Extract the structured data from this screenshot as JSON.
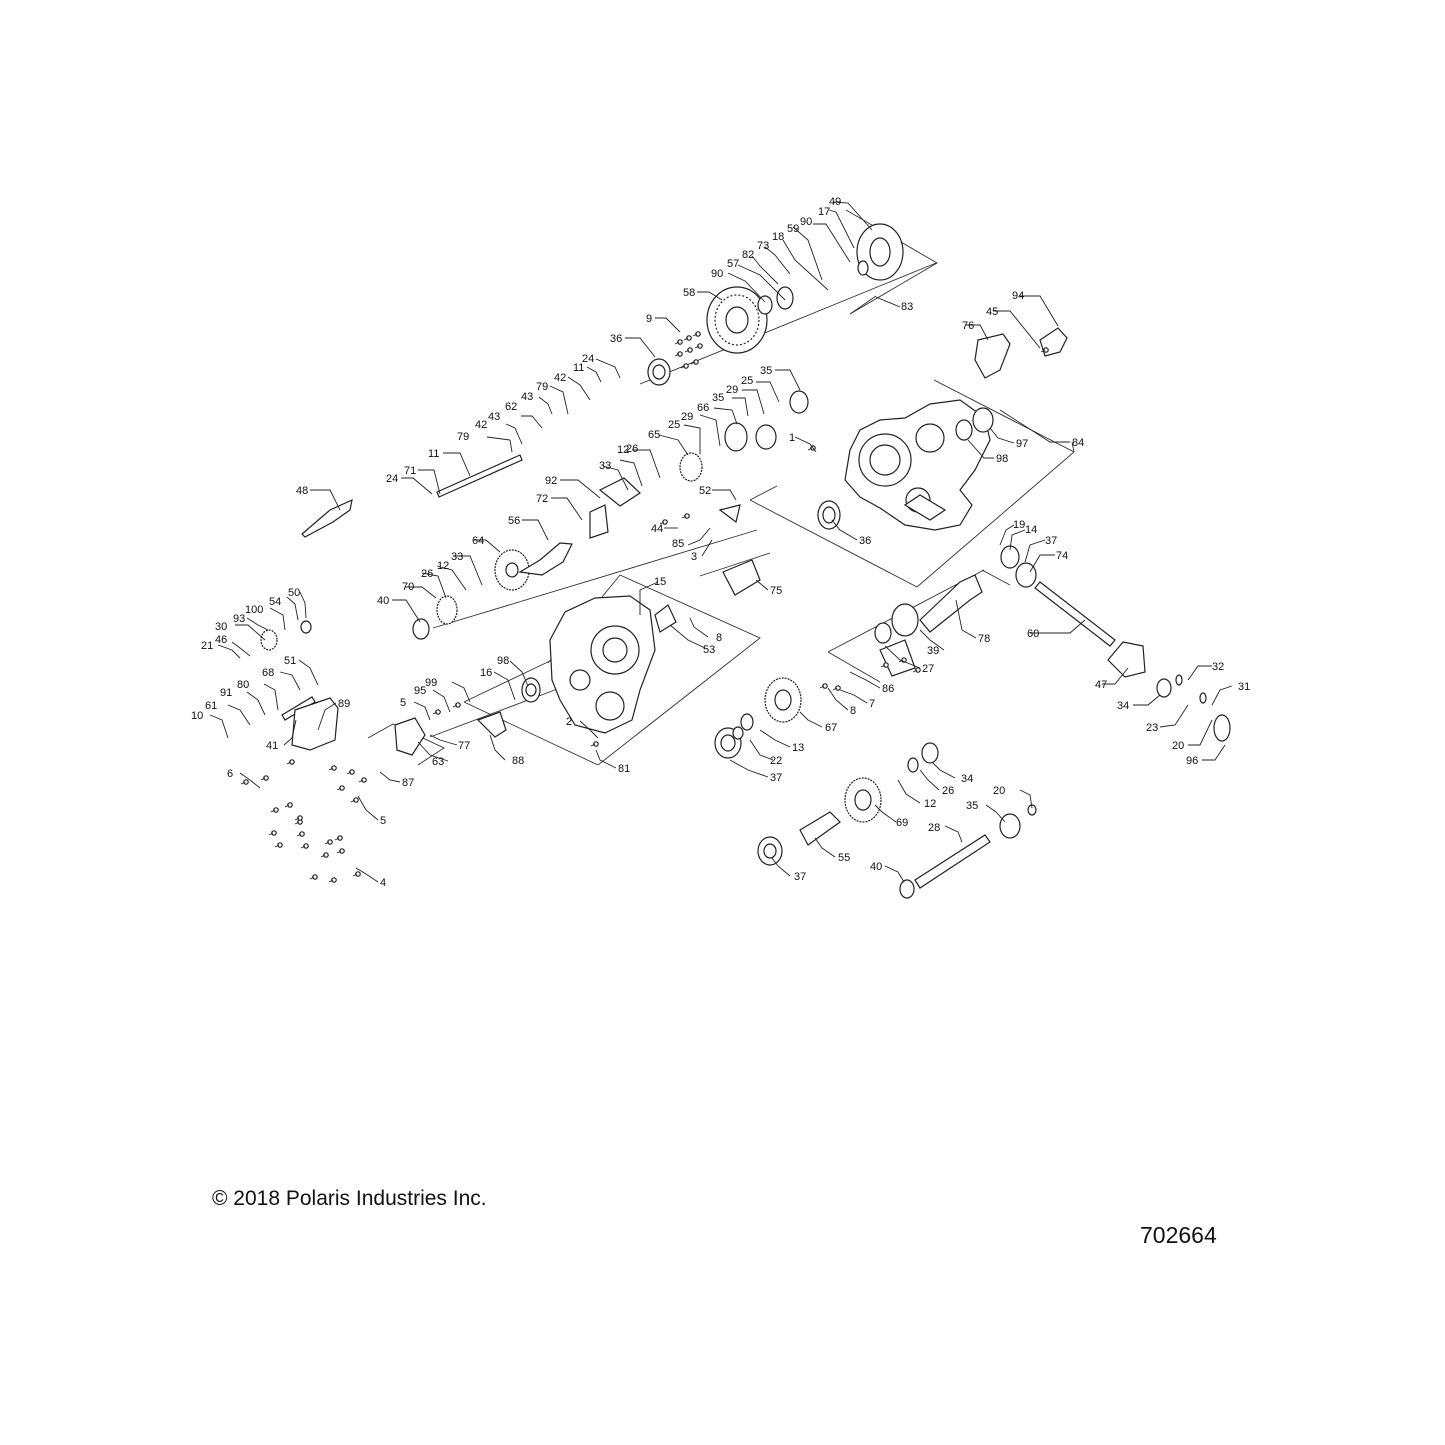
{
  "footer": {
    "copyright": "© 2018 Polaris Industries Inc.",
    "drawing_number": "702664"
  },
  "colors": {
    "line": "#222222",
    "background": "#ffffff"
  },
  "callouts": [
    "49",
    "17",
    "90",
    "59",
    "18",
    "73",
    "82",
    "57",
    "90",
    "58",
    "83",
    "9",
    "36",
    "24",
    "11",
    "42",
    "79",
    "43",
    "62",
    "43",
    "42",
    "79",
    "11",
    "71",
    "24",
    "48",
    "35",
    "25",
    "29",
    "35",
    "66",
    "29",
    "25",
    "65",
    "12",
    "26",
    "33",
    "92",
    "72",
    "56",
    "64",
    "33",
    "12",
    "26",
    "70",
    "40",
    "44",
    "85",
    "52",
    "3",
    "75",
    "1",
    "84",
    "97",
    "98",
    "36",
    "19",
    "14",
    "37",
    "74",
    "15",
    "8",
    "53",
    "30",
    "93",
    "100",
    "54",
    "50",
    "21",
    "46",
    "51",
    "68",
    "80",
    "91",
    "61",
    "10",
    "41",
    "89",
    "5",
    "95",
    "99",
    "98",
    "16",
    "2",
    "81",
    "88",
    "77",
    "63",
    "6",
    "5",
    "87",
    "4",
    "78",
    "39",
    "27",
    "60",
    "47",
    "32",
    "31",
    "34",
    "23",
    "20",
    "96",
    "86",
    "7",
    "8",
    "67",
    "13",
    "22",
    "37",
    "34",
    "26",
    "12",
    "20",
    "69",
    "35",
    "28",
    "55",
    "37",
    "40",
    "94",
    "45",
    "76"
  ]
}
